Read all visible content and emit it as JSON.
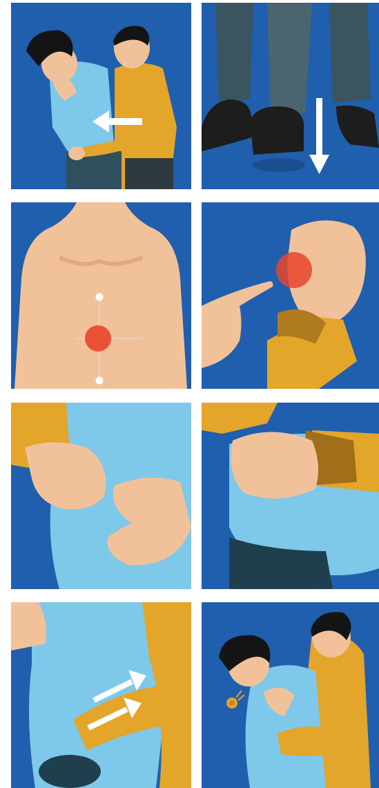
{
  "colors": {
    "background": "#1f5fae",
    "victim_shirt": "#7ec8ea",
    "rescuer_shirt": "#e3a52a",
    "skin": "#f1c29a",
    "hair": "#141414",
    "trousers": "#3a5560",
    "shoe": "#1d1d1d",
    "target_marker": "#e8452c",
    "arrow": "#ffffff"
  },
  "panels": [
    {
      "step": 1,
      "scene": "rescuer-behind-victim",
      "arrow": "arrow-left-icon"
    },
    {
      "step": 2,
      "scene": "feet-stance",
      "arrow": "arrow-down-icon"
    },
    {
      "step": 3,
      "scene": "abdomen-target",
      "marker": "target-circle-icon"
    },
    {
      "step": 4,
      "scene": "fist-marker",
      "marker": "target-circle-icon"
    },
    {
      "step": 5,
      "scene": "fist-placement"
    },
    {
      "step": 6,
      "scene": "hand-grasp"
    },
    {
      "step": 7,
      "scene": "upward-thrusts",
      "arrow": "double-arrow-up-right-icon"
    },
    {
      "step": 8,
      "scene": "object-expelled",
      "marker": "expelled-object-icon"
    }
  ]
}
